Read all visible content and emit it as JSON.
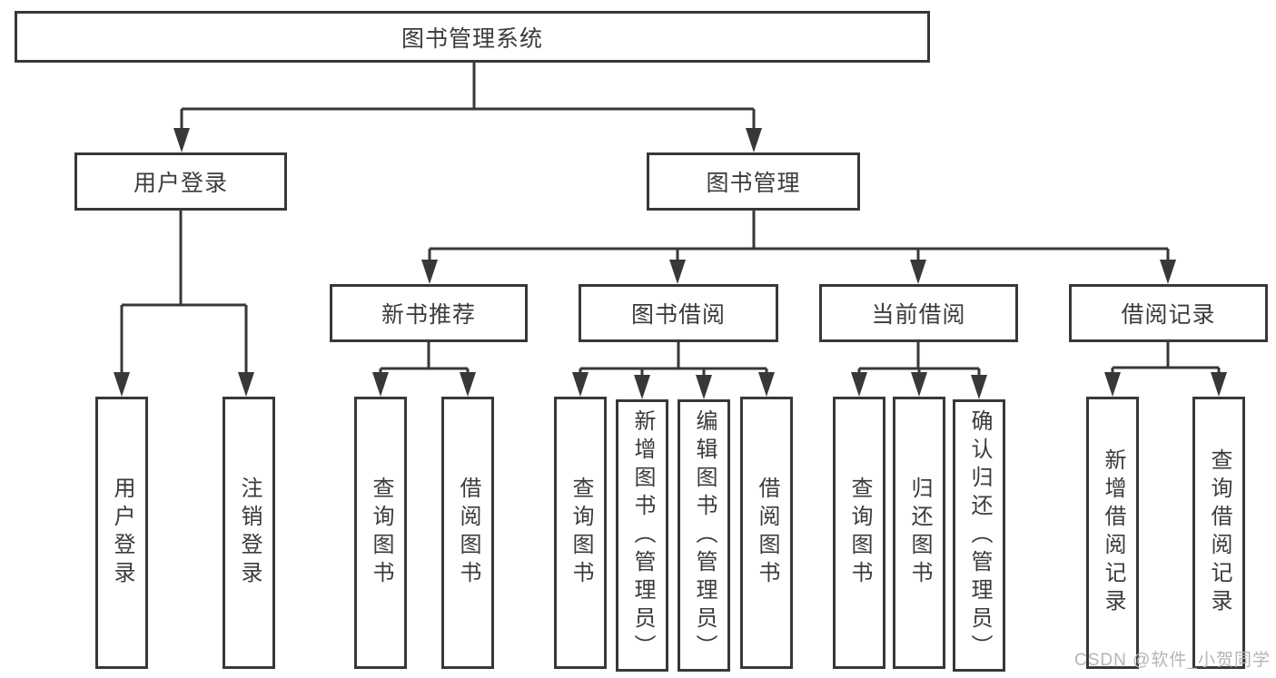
{
  "diagram_title": "图书管理系统",
  "tree": {
    "root": {
      "label": "图书管理系统"
    },
    "branches": [
      {
        "label": "用户登录",
        "children": [
          {
            "label": "用户登录"
          },
          {
            "label": "注销登录"
          }
        ]
      },
      {
        "label": "图书管理",
        "children": [
          {
            "label": "新书推荐",
            "children": [
              {
                "label": "查询图书"
              },
              {
                "label": "借阅图书"
              }
            ]
          },
          {
            "label": "图书借阅",
            "children": [
              {
                "label": "查询图书"
              },
              {
                "label": "新增图书（管理员）"
              },
              {
                "label": "编辑图书（管理员）"
              },
              {
                "label": "借阅图书"
              }
            ]
          },
          {
            "label": "当前借阅",
            "children": [
              {
                "label": "查询图书"
              },
              {
                "label": "归还图书"
              },
              {
                "label": "确认归还（管理员）"
              }
            ]
          },
          {
            "label": "借阅记录",
            "children": [
              {
                "label": "新增借阅记录"
              },
              {
                "label": "查询借阅记录"
              }
            ]
          }
        ]
      }
    ]
  },
  "watermark": {
    "text": "CSDN @软件_小贺同学"
  },
  "colors": {
    "line": "#383838",
    "text": "#3b3b3b",
    "watermark": "#b5b5b5",
    "background": "#ffffff"
  }
}
